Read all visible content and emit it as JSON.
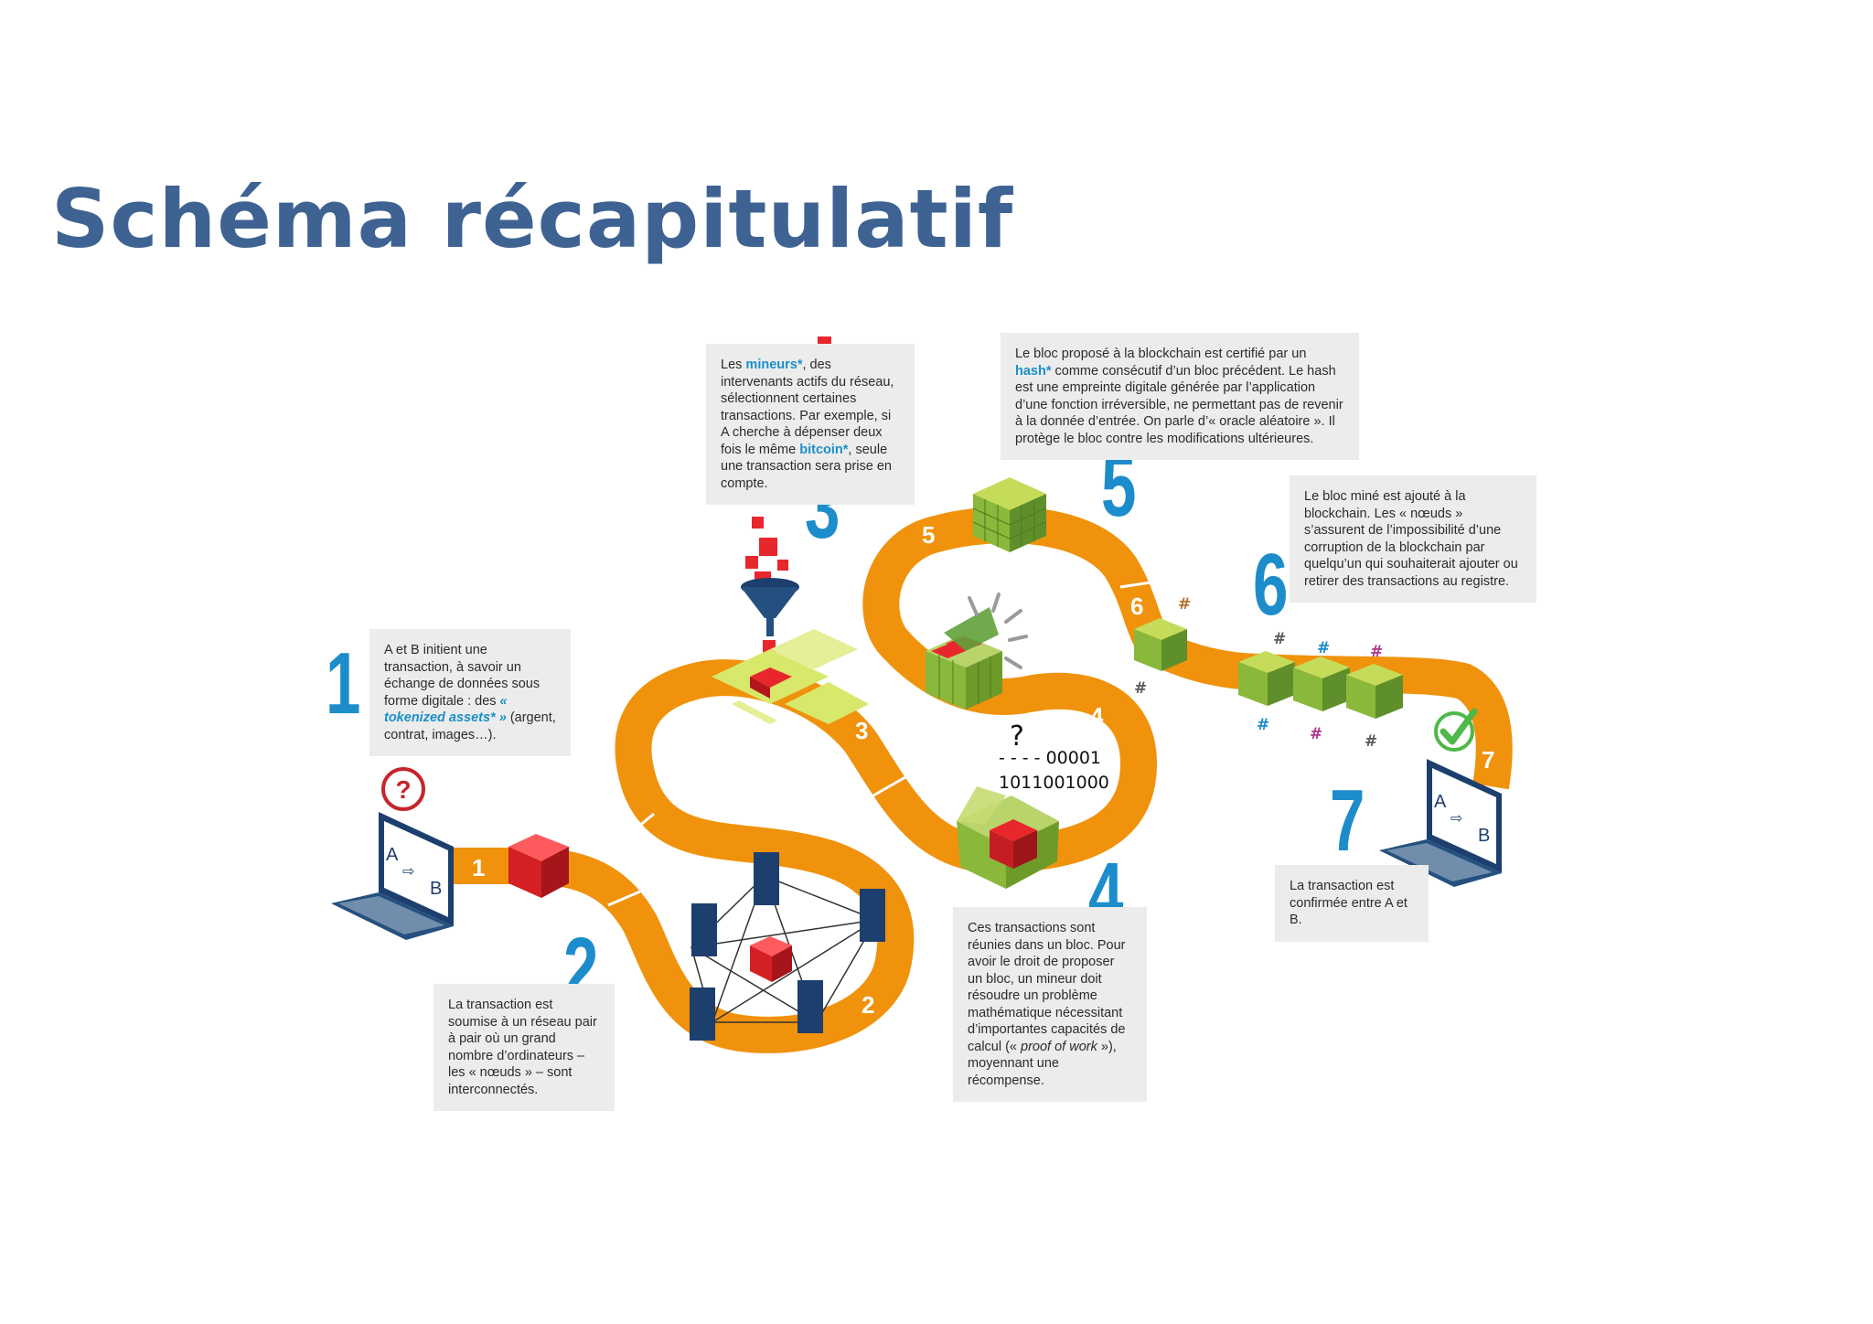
{
  "title": "Schéma récapitulatif",
  "steps": [
    {
      "number": "1",
      "path_label": "1",
      "text_parts": [
        "A et B initient une transaction, à savoir un échange de données sous forme digitale : des ",
        "« tokenized assets* »",
        " (argent, contrat, images…)."
      ]
    },
    {
      "number": "2",
      "path_label": "2",
      "text": "La transaction est soumise à un réseau pair à pair où un grand nombre d’ordinateurs – les « nœuds » – sont interconnectés."
    },
    {
      "number": "3",
      "path_label": "3",
      "text_parts": [
        "Les ",
        "mineurs*",
        ", des intervenants actifs du réseau, sélectionnent certaines transactions. Par exemple, si A cherche à dépenser deux fois le même ",
        "bitcoin*",
        ", seule une transaction sera prise en compte."
      ]
    },
    {
      "number": "4",
      "path_label": "4",
      "text_parts": [
        "Ces transactions sont réunies dans un bloc. Pour avoir le droit de proposer un bloc, un mineur doit résoudre un problème mathématique nécessitant d’importantes capacités de calcul (« ",
        "proof of work",
        " »), moyennant une récompense."
      ]
    },
    {
      "number": "5",
      "path_label": "5",
      "text_parts": [
        "Le bloc proposé à la blockchain est certifié par un ",
        "hash*",
        " comme consécutif d’un bloc précédent. Le hash est une empreinte digitale générée par l’application d’une fonction irréversible, ne permettant pas de revenir à la donnée d’entrée. On parle d’« oracle aléatoire ». Il protège le bloc contre les modifications ultérieures."
      ]
    },
    {
      "number": "6",
      "path_label": "6",
      "text": "Le bloc miné est ajouté à la blockchain. Les « nœuds » s’assurent de l’impossibilité d’une corruption de la blockchain par quelqu’un qui souhaiterait ajouter ou retirer des transactions au registre."
    },
    {
      "number": "7",
      "path_label": "7",
      "text": "La transaction est confirmée entre A et B."
    }
  ],
  "laptops": [
    {
      "a": "A",
      "b": "B",
      "arrow": "⇨"
    },
    {
      "a": "A",
      "b": "B",
      "arrow": "⇨"
    }
  ],
  "question_mark": "?",
  "binary": {
    "question": "?",
    "line1": "- - - -  00001",
    "line2": "1011001000"
  },
  "hash_symbol": "#",
  "colors": {
    "path": "#f0920c",
    "step_number": "#1d8ccb",
    "title": "#3e6393",
    "text_box": "#ececec",
    "cube_red": "#e8272c",
    "cube_green": "#9cc43a",
    "server": "#1c3f6e",
    "check": "#4fb848"
  }
}
